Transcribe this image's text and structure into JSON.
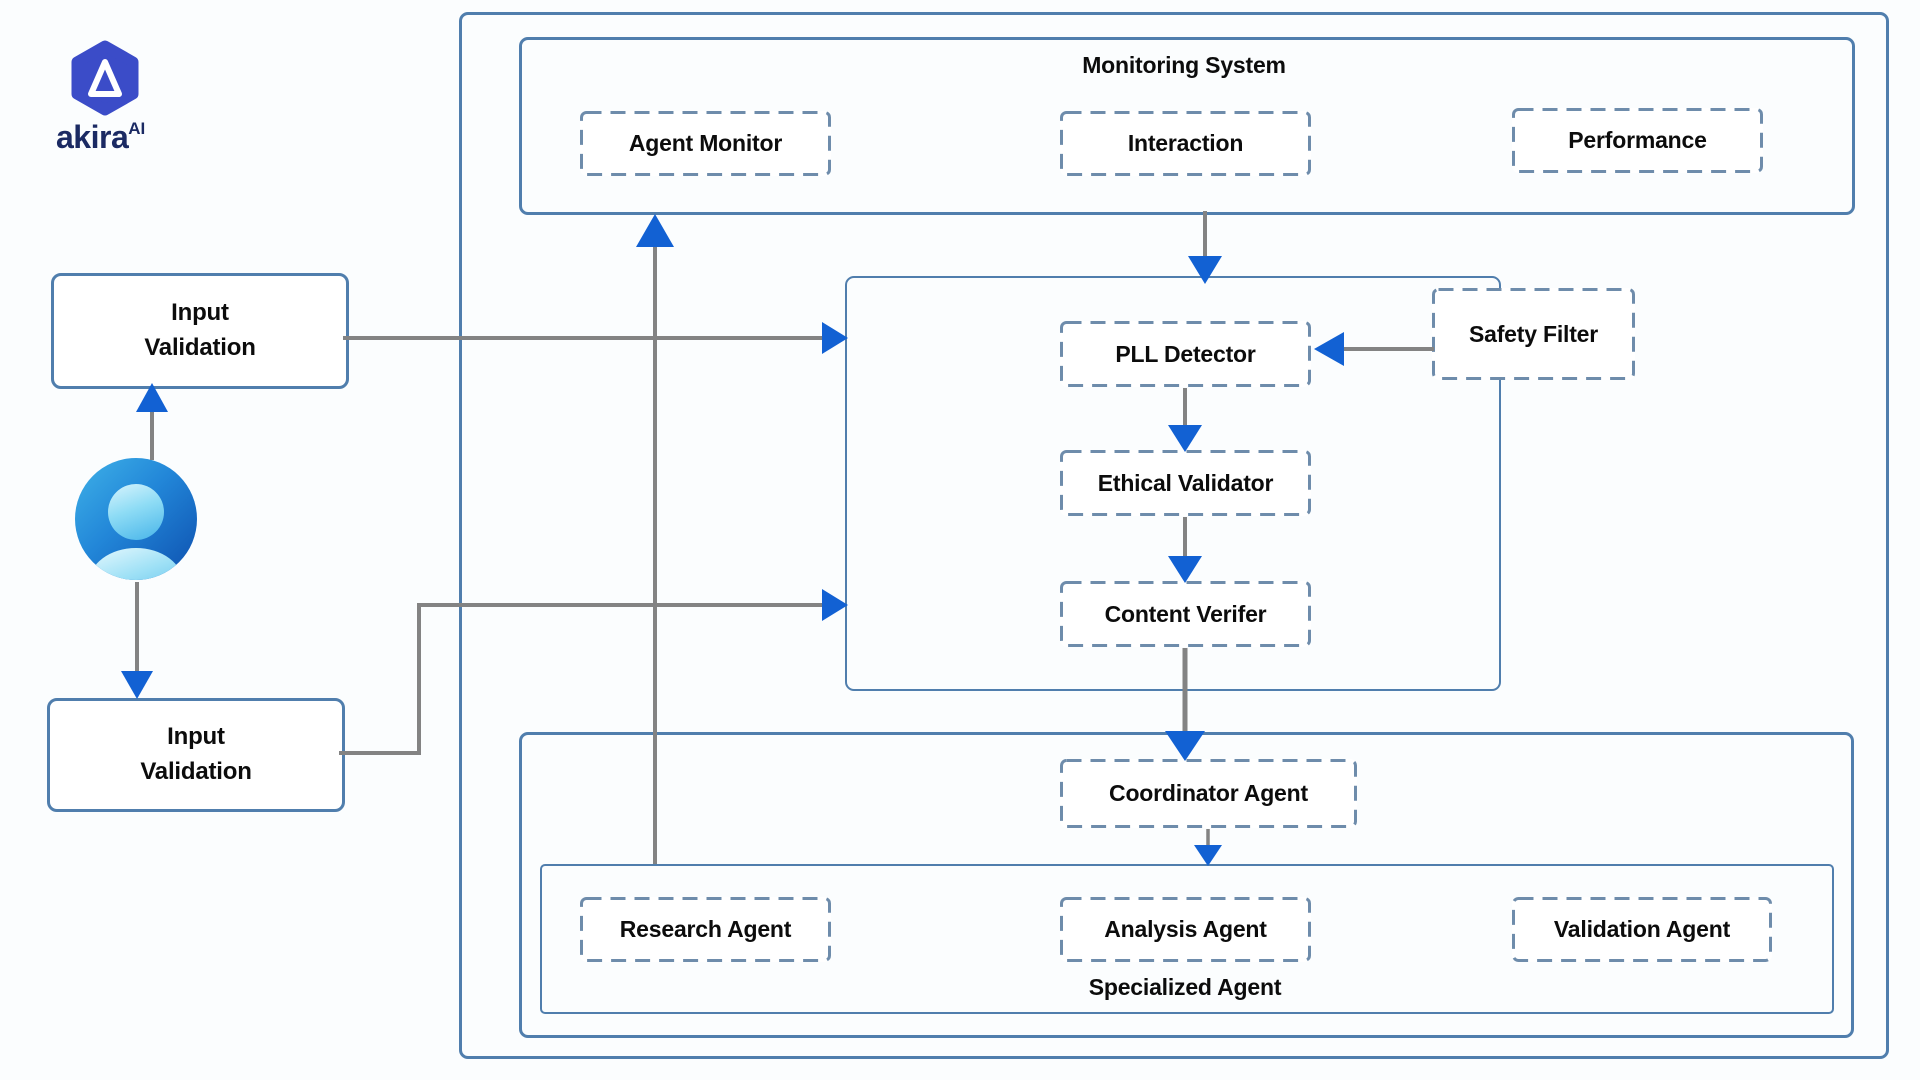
{
  "logo": {
    "brand": "akira",
    "superscript": "AI"
  },
  "diagram": {
    "monitoring": {
      "title": "Monitoring System",
      "agent_monitor": "Agent Monitor",
      "interaction": "Interaction",
      "performance": "Performance"
    },
    "safety_pipeline": {
      "pll_detector": "PLL Detector",
      "ethical_validator": "Ethical Validator",
      "content_verifier": "Content Verifer",
      "safety_filter": "Safety Filter"
    },
    "specialized": {
      "title": "Specialized Agent",
      "coordinator": "Coordinator Agent",
      "research": "Research Agent",
      "analysis": "Analysis Agent",
      "validation": "Validation Agent"
    },
    "inputs": {
      "top": "Input Validation",
      "bottom": "Input Validation"
    }
  },
  "colors": {
    "solid_border": "#507ead",
    "dashed_border": "#6e8cab",
    "connector_gray": "#838383",
    "arrow_blue": "#1261d3",
    "text": "#0c0c0c",
    "background": "#fbfdfe",
    "logo_hexagon": "#3b4cc8",
    "logo_text": "#1b2a63"
  }
}
